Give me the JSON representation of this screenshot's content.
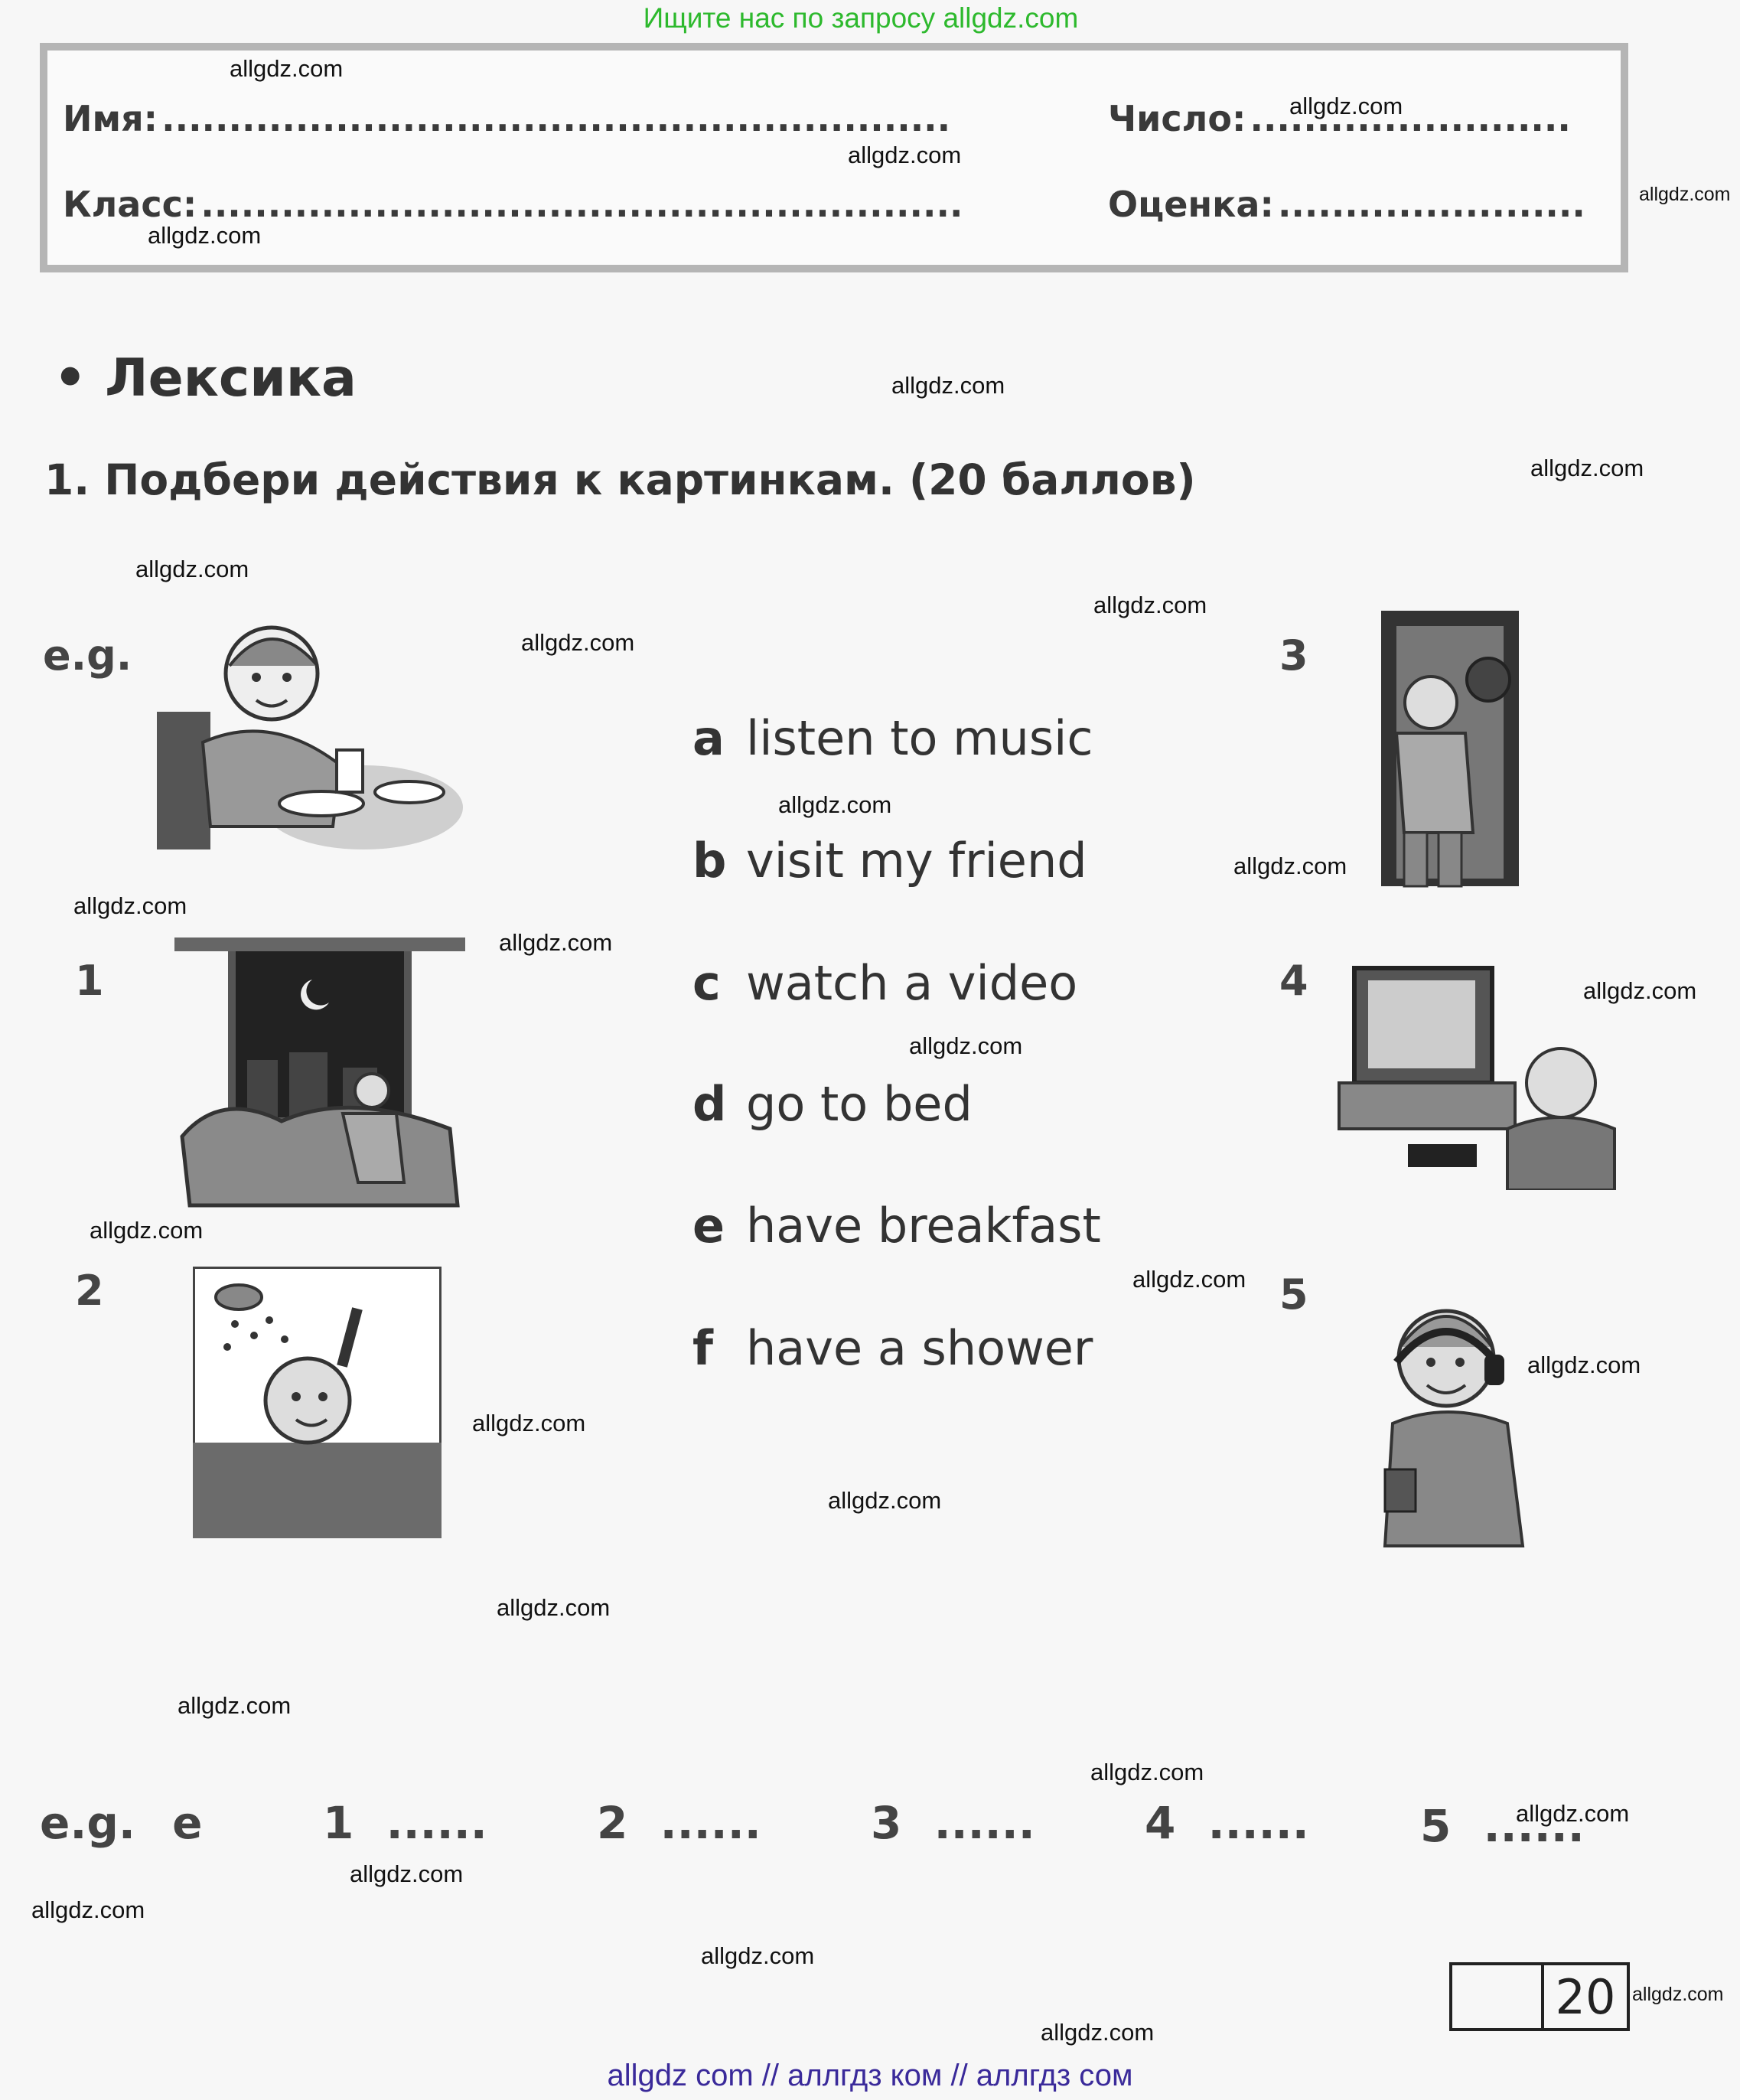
{
  "top_banner": "Ищите нас по запросу allgdz.com",
  "form": {
    "name_label": "Имя:",
    "class_label": "Класс:",
    "date_label": "Число:",
    "grade_label": "Оценка:",
    "dots_long": "...........................................................",
    "dots_class": ".........................................................",
    "dots_short": "........................",
    "dots_grade": "......................."
  },
  "section_title": "Лексика",
  "task": {
    "title": "1. Подбери действия к картинкам. (20 баллов)",
    "example_label": "e.g.",
    "pictures": [
      "1",
      "2",
      "3",
      "4",
      "5"
    ],
    "options": [
      {
        "letter": "a",
        "text": "listen to music"
      },
      {
        "letter": "b",
        "text": "visit my friend"
      },
      {
        "letter": "c",
        "text": "watch a video"
      },
      {
        "letter": "d",
        "text": "go to bed"
      },
      {
        "letter": "e",
        "text": "have breakfast"
      },
      {
        "letter": "f",
        "text": "have a shower"
      }
    ],
    "answers": {
      "example": "e.g.",
      "example_value": "e",
      "items": [
        {
          "num": "1",
          "blank": "......"
        },
        {
          "num": "2",
          "blank": "......"
        },
        {
          "num": "3",
          "blank": "......"
        },
        {
          "num": "4",
          "blank": "......"
        },
        {
          "num": "5",
          "blank": "......"
        }
      ]
    }
  },
  "score": "20",
  "watermark": "allgdz.com",
  "footer": "allgdz com  //  аллгдз ком  //  аллгдз сом",
  "icons": {
    "eg_picture": "boy-eating-breakfast-illustration",
    "pic1": "child-going-to-bed-illustration",
    "pic2": "child-having-shower-illustration",
    "pic3": "friends-at-door-illustration",
    "pic4": "child-watching-tv-illustration",
    "pic5": "boy-with-headphones-illustration"
  }
}
